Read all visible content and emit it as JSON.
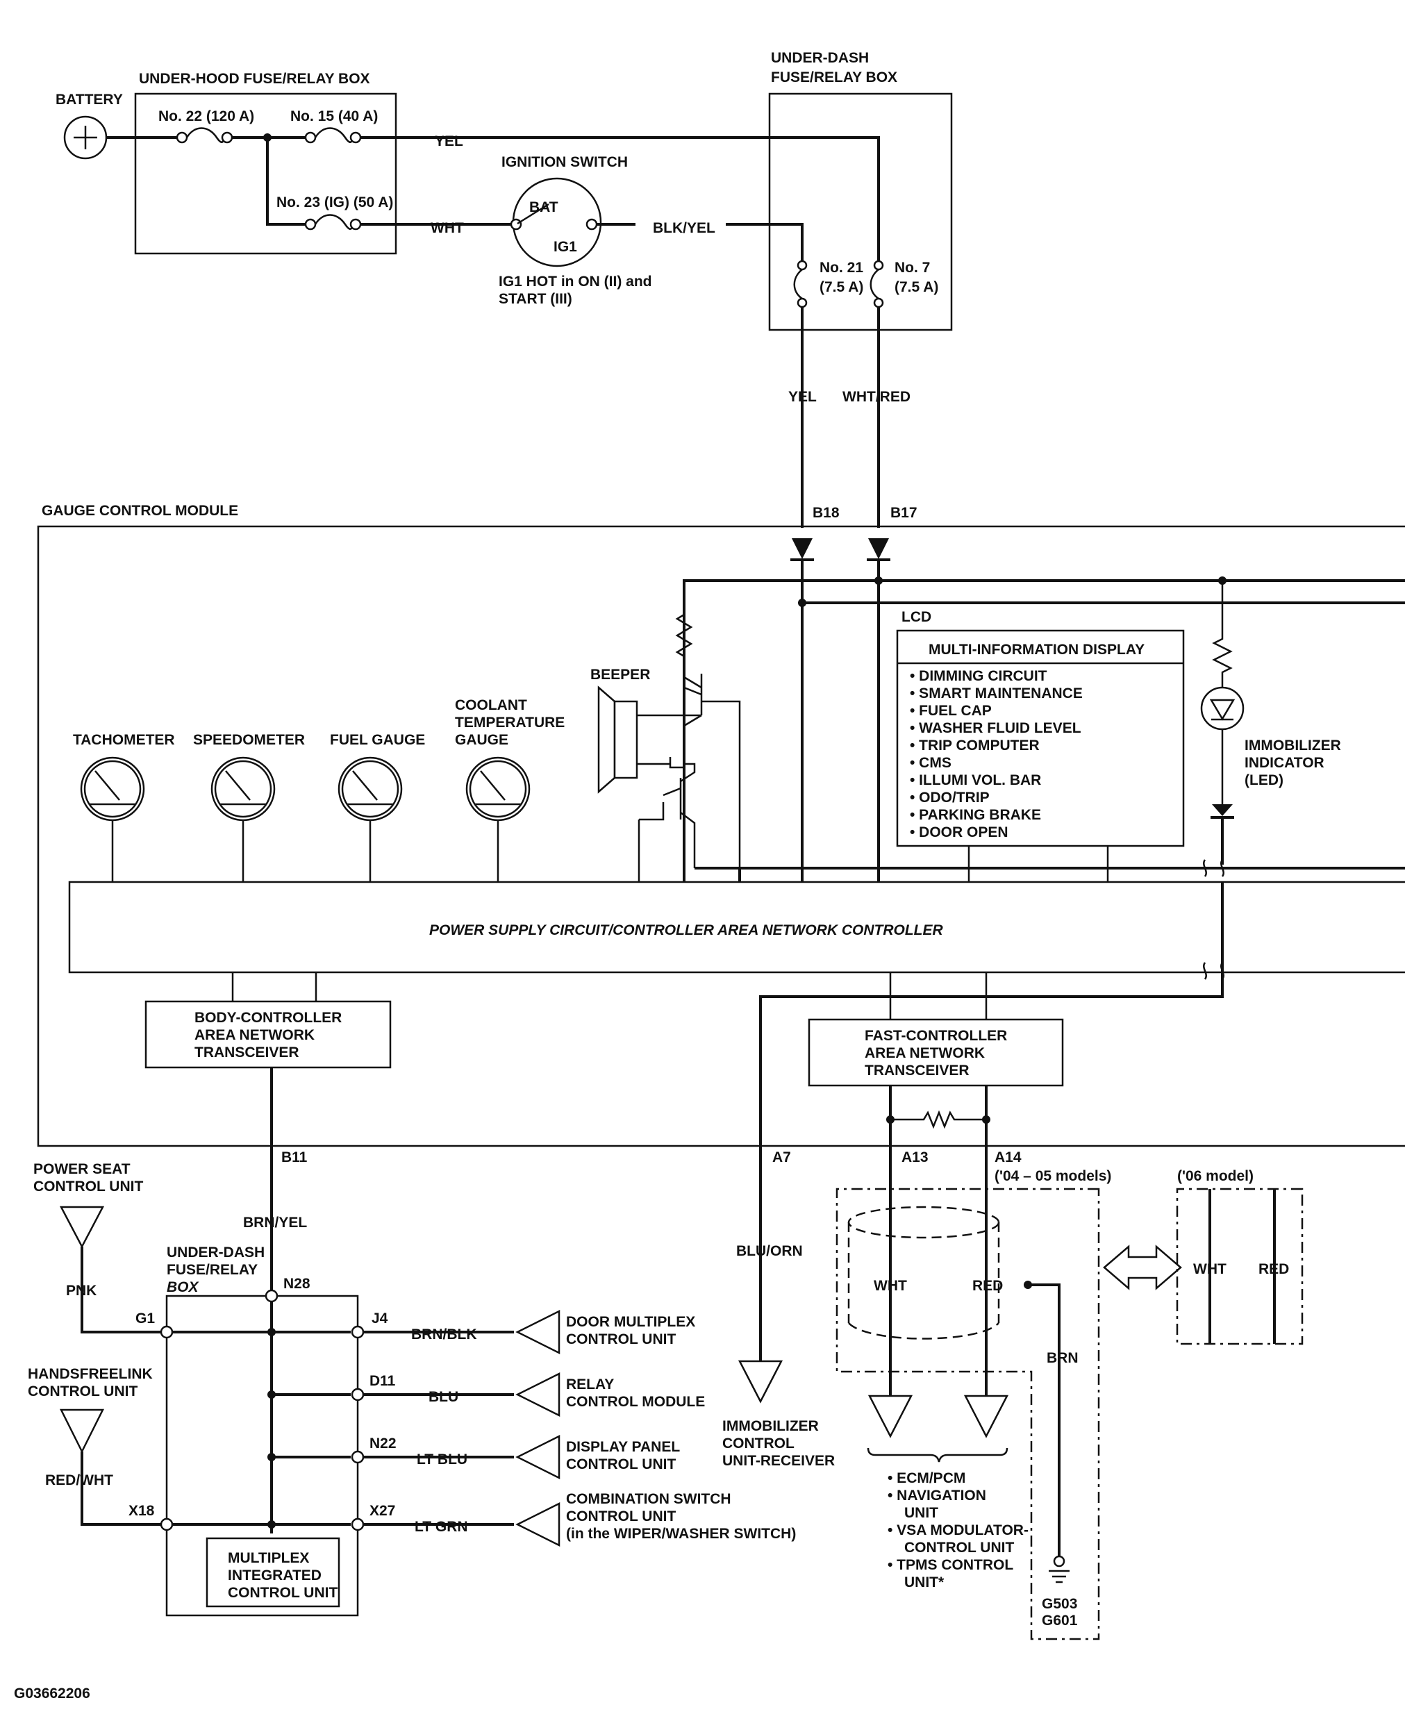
{
  "labels": {
    "battery": "BATTERY",
    "under_hood_box": "UNDER-HOOD FUSE/RELAY BOX",
    "fuse_22": "No. 22 (120 A)",
    "fuse_15": "No. 15 (40 A)",
    "fuse_23": "No. 23 (IG) (50 A)",
    "ignition_switch": "IGNITION SWITCH",
    "bat": "BAT",
    "ig1": "IG1",
    "ig1_note_1": "IG1 HOT in ON (II) and",
    "ig1_note_2": "START (III)",
    "under_dash_box_1": "UNDER-DASH",
    "under_dash_box_2": "FUSE/RELAY BOX",
    "fuse_21": "No. 21",
    "fuse_21_rating": "(7.5 A)",
    "fuse_7": "No. 7",
    "fuse_7_rating": "(7.5 A)",
    "gauge_module": "GAUGE CONTROL MODULE",
    "b18": "B18",
    "b17": "B17",
    "lcd": "LCD",
    "mid_title": "MULTI-INFORMATION DISPLAY",
    "mid_items": [
      "• DIMMING CIRCUIT",
      "• SMART MAINTENANCE",
      "• FUEL CAP",
      "• WASHER FLUID LEVEL",
      "• TRIP COMPUTER",
      "• CMS",
      "• ILLUMI VOL. BAR",
      "• ODO/TRIP",
      "• PARKING BRAKE",
      "• DOOR OPEN"
    ],
    "beeper": "BEEPER",
    "tachometer": "TACHOMETER",
    "speedometer": "SPEEDOMETER",
    "fuel_gauge": "FUEL GAUGE",
    "coolant_1": "COOLANT",
    "coolant_2": "TEMPERATURE",
    "coolant_3": "GAUGE",
    "immo_ind_1": "IMMOBILIZER",
    "immo_ind_2": "INDICATOR",
    "immo_ind_3": "(LED)",
    "power_can": "POWER SUPPLY CIRCUIT/CONTROLLER AREA NETWORK CONTROLLER",
    "bcan_1": "BODY-CONTROLLER",
    "bcan_2": "AREA NETWORK",
    "bcan_3": "TRANSCEIVER",
    "fcan_1": "FAST-CONTROLLER",
    "fcan_2": "AREA NETWORK",
    "fcan_3": "TRANSCEIVER",
    "b11": "B11",
    "a7": "A7",
    "a13": "A13",
    "a14": "A14",
    "models_0405": "('04 – 05 models)",
    "model_06": "('06 model)",
    "power_seat_1": "POWER SEAT",
    "power_seat_2": "CONTROL UNIT",
    "handsfree_1": "HANDSFREELINK",
    "handsfree_2": "CONTROL UNIT",
    "ud_box2_1": "UNDER-DASH",
    "ud_box2_2": "FUSE/RELAY",
    "ud_box2_3": "BOX",
    "n28": "N28",
    "g1": "G1",
    "x18": "X18",
    "j4": "J4",
    "d11": "D11",
    "n22": "N22",
    "x27": "X27",
    "micu_1": "MULTIPLEX",
    "micu_2": "INTEGRATED",
    "micu_3": "CONTROL UNIT",
    "door_mux_1": "DOOR MULTIPLEX",
    "door_mux_2": "CONTROL UNIT",
    "relay_mod_1": "RELAY",
    "relay_mod_2": "CONTROL MODULE",
    "display_panel_1": "DISPLAY PANEL",
    "display_panel_2": "CONTROL UNIT",
    "combo_1": "COMBINATION SWITCH",
    "combo_2": "CONTROL UNIT",
    "combo_3": "(in the WIPER/WASHER SWITCH)",
    "immo_recv_1": "IMMOBILIZER",
    "immo_recv_2": "CONTROL",
    "immo_recv_3": "UNIT-RECEIVER",
    "dest_1": "•  ECM/PCM",
    "dest_2": "•  NAVIGATION",
    "dest_3": "UNIT",
    "dest_4": "•  VSA MODULATOR-",
    "dest_5": "CONTROL UNIT",
    "dest_6": "•  TPMS CONTROL",
    "dest_7": "UNIT*",
    "g503": "G503",
    "g601": "G601",
    "figure_id": "G03662206"
  },
  "wires": {
    "yel": "YEL",
    "wht": "WHT",
    "blk_yel": "BLK/YEL",
    "yel_b18": "YEL",
    "wht_red": "WHT/RED",
    "brn_yel": "BRN/YEL",
    "pnk": "PNK",
    "red_wht": "RED/WHT",
    "brn_blk": "BRN/BLK",
    "blu": "BLU",
    "lt_blu": "LT BLU",
    "lt_grn": "LT GRN",
    "blu_orn": "BLU/ORN",
    "wht_can": "WHT",
    "red_can": "RED",
    "brn": "BRN",
    "wht_06": "WHT",
    "red_06": "RED"
  }
}
